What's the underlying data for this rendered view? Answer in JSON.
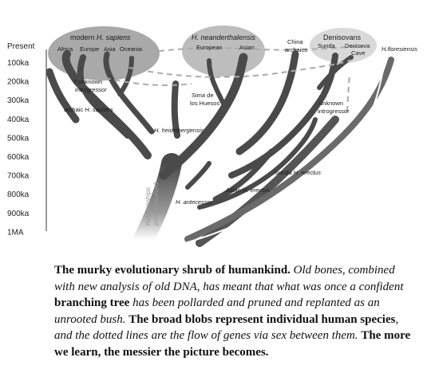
{
  "axis": {
    "title": "Present",
    "ticks": [
      "100ka",
      "200ka",
      "300ka",
      "400ka",
      "500ka",
      "600ka",
      "700ka",
      "800ka",
      "900ka",
      "1MA"
    ]
  },
  "groups": {
    "sapiens": {
      "prefix": "modern ",
      "name": "H. sapiens",
      "members": [
        "Africa",
        "Europe",
        "Asia",
        "Oceania"
      ]
    },
    "neanderthalensis": {
      "name": "H. neanderthalensis",
      "members": [
        "European",
        "Asian"
      ]
    },
    "china": {
      "line1": "China",
      "line2": "archaics"
    },
    "denisovans": {
      "name": "Denisovans",
      "members": [
        "Sunda",
        "Denisova",
        "Cave"
      ]
    },
    "floresiensis": "H.floresiensis"
  },
  "labels": {
    "unknown1": [
      "? unknown",
      "introgressor"
    ],
    "archaic_prefix": "archaic ",
    "archaic_name": "H. sapiens",
    "sima": [
      "Sima de",
      "los Huesos"
    ],
    "heidelbergensis": "H. heidelbergensis",
    "unknown2": [
      "unknown",
      "introgressor"
    ],
    "sunda_prefix": "Sunda ",
    "sunda_name": "H. erectus",
    "asian_prefix": "Asian ",
    "asian_name": "H. erectus",
    "antecessor": "H. antecessor",
    "relationships": [
      "Relationships",
      "poorly resolved"
    ]
  },
  "caption": {
    "title": "The murky evolutionary shrub of humankind.",
    "p1": " Old bones, combined with new analysis of old DNA, has meant that what was once a confident ",
    "b1": "branching tree",
    "p2": " has been pollarded and pruned and replanted as an unrooted bush. ",
    "b2": "The broad blobs represent individual human species",
    "p3": ", and the dotted lines are the flow of genes via sex between them. ",
    "b3": "The more we learn, the messier the picture becomes."
  }
}
